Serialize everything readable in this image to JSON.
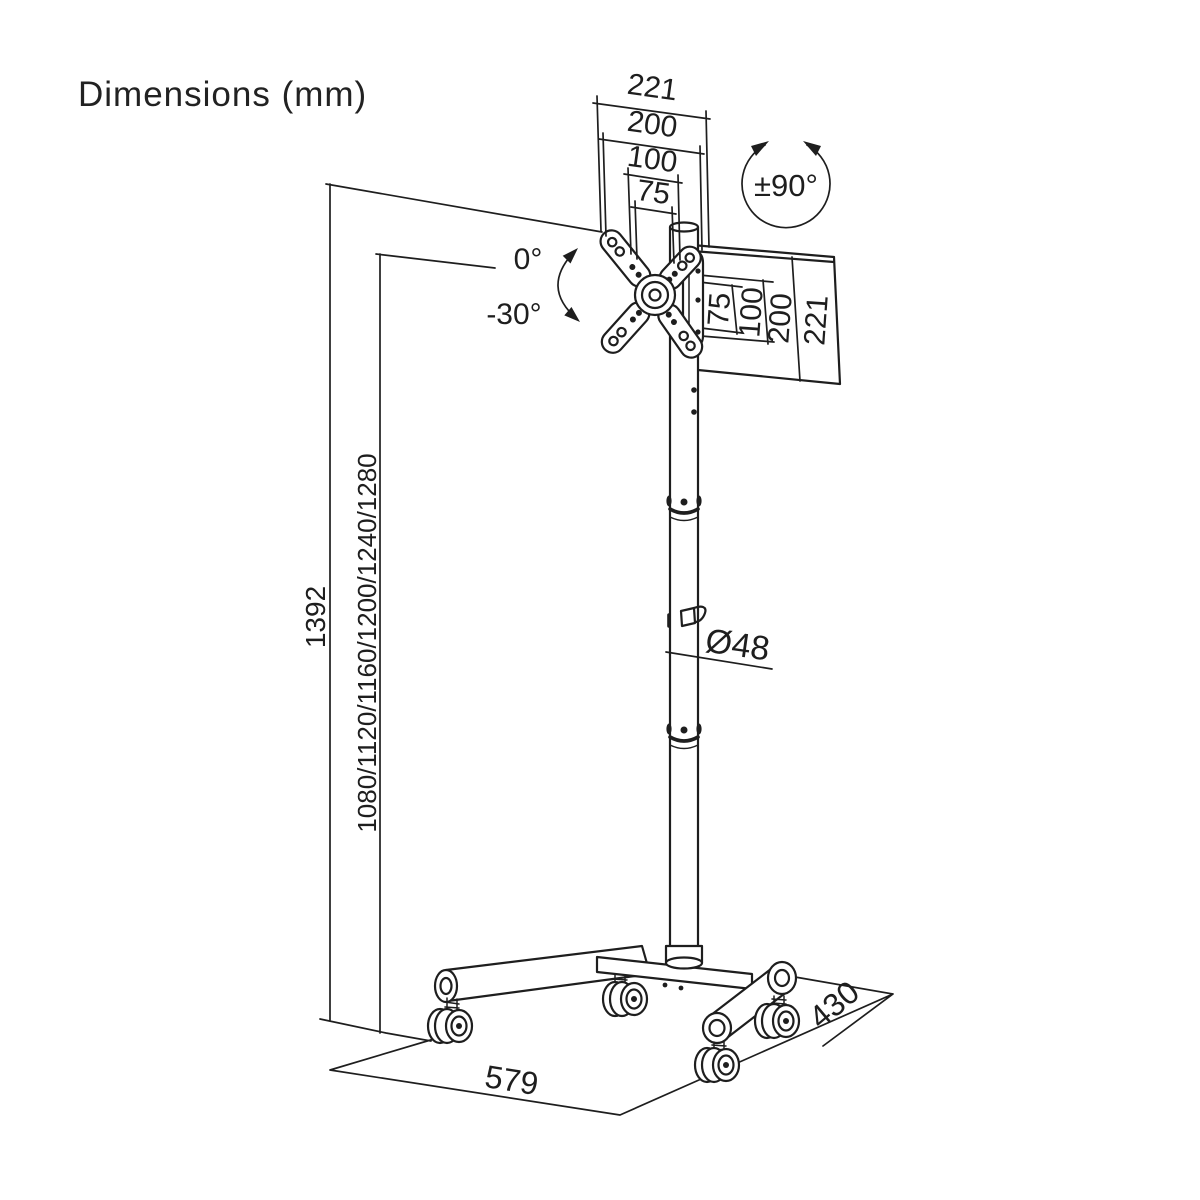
{
  "title": "Dimensions (mm)",
  "colors": {
    "ink": "#1e1e1e",
    "background": "#ffffff"
  },
  "dims": {
    "vesa_widths": {
      "w221": "221",
      "w200": "200",
      "w100": "100",
      "w75": "75"
    },
    "vesa_heights": {
      "h75": "75",
      "h100": "100",
      "h200": "200",
      "h221": "221"
    },
    "swivel_range": "±90°",
    "tilt_up": "0°",
    "tilt_down": "-30°",
    "height_total": "1392",
    "height_options": "1080/1120/1160/1200/1240/1280",
    "pole_diameter": "Ø48",
    "base_width": "579",
    "base_depth": "430"
  }
}
